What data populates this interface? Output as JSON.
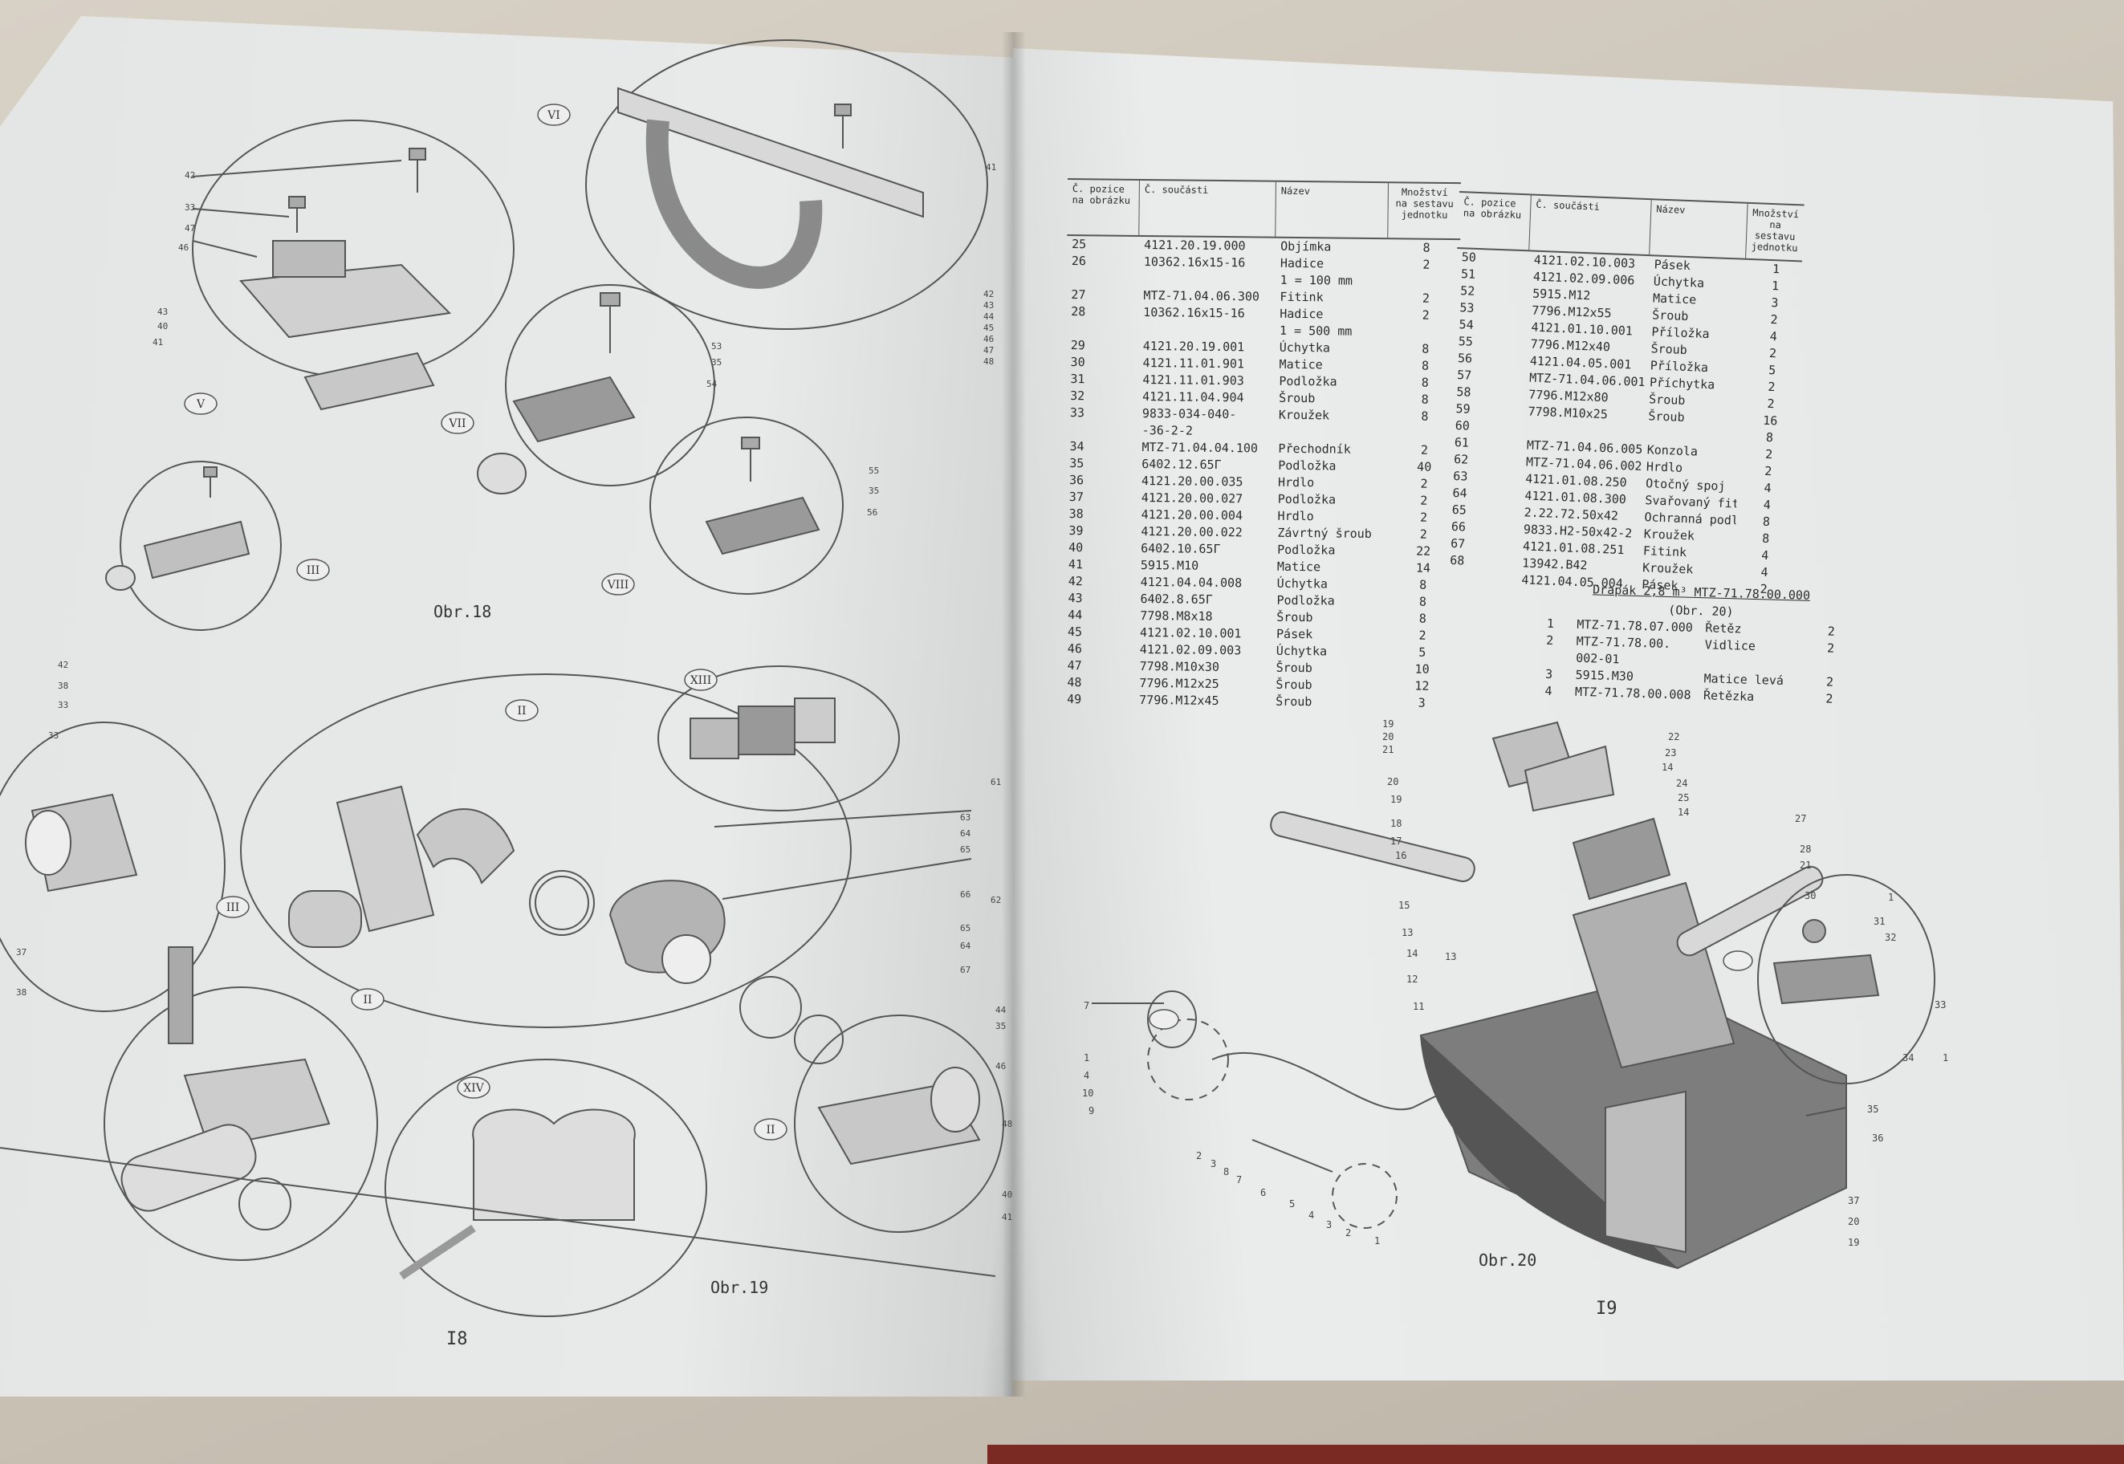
{
  "left_page": {
    "fig18_label": "Obr.18",
    "fig19_label": "Obr.19",
    "page_number": "I8",
    "roman_labels": [
      "VI",
      "V",
      "VII",
      "VIII",
      "III",
      "II",
      "XIII",
      "III",
      "II",
      "XIV",
      "II"
    ],
    "callouts": [
      "42",
      "33",
      "47",
      "46",
      "43",
      "40",
      "41",
      "41",
      "42",
      "43",
      "44",
      "45",
      "46",
      "47",
      "48",
      "53",
      "35",
      "54",
      "55",
      "35",
      "56",
      "42",
      "38",
      "33",
      "63",
      "64",
      "65",
      "66",
      "65",
      "64",
      "67",
      "62",
      "61",
      "44",
      "35",
      "46",
      "40",
      "41",
      "48",
      "33",
      "37",
      "38"
    ]
  },
  "right_page": {
    "fig20_label": "Obr.20",
    "page_number": "I9",
    "table_headers": {
      "pos": "Č. pozice na obrázku",
      "part": "Č. součásti",
      "name": "Název",
      "qty": "Množství na sestavu jednotku"
    },
    "table_left": [
      {
        "pos": "25",
        "part": "4121.20.19.000",
        "name": "Objímka",
        "qty": "8"
      },
      {
        "pos": "26",
        "part": "10362.16x15-16",
        "name": "Hadice",
        "qty": "2"
      },
      {
        "pos": "",
        "part": "",
        "name": "1 = 100 mm",
        "qty": ""
      },
      {
        "pos": "27",
        "part": "MTZ-71.04.06.300",
        "name": "Fitink",
        "qty": "2"
      },
      {
        "pos": "28",
        "part": "10362.16x15-16",
        "name": "Hadice",
        "qty": "2"
      },
      {
        "pos": "",
        "part": "",
        "name": "1 = 500 mm",
        "qty": ""
      },
      {
        "pos": "29",
        "part": "4121.20.19.001",
        "name": "Úchytka",
        "qty": "8"
      },
      {
        "pos": "30",
        "part": "4121.11.01.901",
        "name": "Matice",
        "qty": "8"
      },
      {
        "pos": "31",
        "part": "4121.11.01.903",
        "name": "Podložka",
        "qty": "8"
      },
      {
        "pos": "32",
        "part": "4121.11.04.904",
        "name": "Šroub",
        "qty": "8"
      },
      {
        "pos": "33",
        "part": "9833-034-040-",
        "name": "Kroužek",
        "qty": "8"
      },
      {
        "pos": "",
        "part": "-36-2-2",
        "name": "",
        "qty": ""
      },
      {
        "pos": "34",
        "part": "MTZ-71.04.04.100",
        "name": "Přechodník",
        "qty": "2"
      },
      {
        "pos": "35",
        "part": "6402.12.65Г",
        "name": "Podložka",
        "qty": "40"
      },
      {
        "pos": "36",
        "part": "4121.20.00.035",
        "name": "Hrdlo",
        "qty": "2"
      },
      {
        "pos": "37",
        "part": "4121.20.00.027",
        "name": "Podložka",
        "qty": "2"
      },
      {
        "pos": "38",
        "part": "4121.20.00.004",
        "name": "Hrdlo",
        "qty": "2"
      },
      {
        "pos": "39",
        "part": "4121.20.00.022",
        "name": "Závrtný šroub",
        "qty": "2"
      },
      {
        "pos": "40",
        "part": "6402.10.65Г",
        "name": "Podložka",
        "qty": "22"
      },
      {
        "pos": "41",
        "part": "5915.M10",
        "name": "Matice",
        "qty": "14"
      },
      {
        "pos": "42",
        "part": "4121.04.04.008",
        "name": "Úchytka",
        "qty": "8"
      },
      {
        "pos": "43",
        "part": "6402.8.65Г",
        "name": "Podložka",
        "qty": "8"
      },
      {
        "pos": "44",
        "part": "7798.M8x18",
        "name": "Šroub",
        "qty": "8"
      },
      {
        "pos": "45",
        "part": "4121.02.10.001",
        "name": "Pásek",
        "qty": "2"
      },
      {
        "pos": "46",
        "part": "4121.02.09.003",
        "name": "Úchytka",
        "qty": "5"
      },
      {
        "pos": "47",
        "part": "7798.M10x30",
        "name": "Šroub",
        "qty": "10"
      },
      {
        "pos": "48",
        "part": "7796.M12x25",
        "name": "Šroub",
        "qty": "12"
      },
      {
        "pos": "49",
        "part": "7796.M12x45",
        "name": "Šroub",
        "qty": "3"
      }
    ],
    "table_right": [
      {
        "pos": "50",
        "part": "4121.02.10.003",
        "name": "Pásek",
        "qty": "1"
      },
      {
        "pos": "51",
        "part": "4121.02.09.006",
        "name": "Úchytka",
        "qty": "1"
      },
      {
        "pos": "52",
        "part": "5915.M12",
        "name": "Matice",
        "qty": "3"
      },
      {
        "pos": "53",
        "part": "7796.M12x55",
        "name": "Šroub",
        "qty": "2"
      },
      {
        "pos": "54",
        "part": "4121.01.10.001",
        "name": "Příložka",
        "qty": "4"
      },
      {
        "pos": "55",
        "part": "7796.M12x40",
        "name": "Šroub",
        "qty": "2"
      },
      {
        "pos": "56",
        "part": "4121.04.05.001",
        "name": "Příložka",
        "qty": "5"
      },
      {
        "pos": "57",
        "part": "MTZ-71.04.06.001",
        "name": "Příchytka",
        "qty": "2"
      },
      {
        "pos": "58",
        "part": "7796.M12x80",
        "name": "Šroub",
        "qty": "2"
      },
      {
        "pos": "59",
        "part": "7798.M10x25",
        "name": "Šroub",
        "qty": "16"
      },
      {
        "pos": "60",
        "part": "",
        "name": "",
        "qty": "8"
      },
      {
        "pos": "61",
        "part": "MTZ-71.04.06.005",
        "name": "Konzola",
        "qty": "2"
      },
      {
        "pos": "62",
        "part": "MTZ-71.04.06.002",
        "name": "Hrdlo",
        "qty": "2"
      },
      {
        "pos": "63",
        "part": "4121.01.08.250",
        "name": "Otočný spoj",
        "qty": "4"
      },
      {
        "pos": "64",
        "part": "4121.01.08.300",
        "name": "Svařovaný fitink",
        "qty": "4"
      },
      {
        "pos": "65",
        "part": "2.22.72.50x42",
        "name": "Ochranná podložka",
        "qty": "8"
      },
      {
        "pos": "66",
        "part": "9833.H2-50x42-2",
        "name": "Kroužek",
        "qty": "8"
      },
      {
        "pos": "67",
        "part": "4121.01.08.251",
        "name": "Fitink",
        "qty": "4"
      },
      {
        "pos": "68",
        "part": "13942.B42",
        "name": "Kroužek",
        "qty": "4"
      },
      {
        "pos": "",
        "part": "4121.04.05.004",
        "name": "Pásek",
        "qty": "2"
      }
    ],
    "subtable": {
      "title": "Drapák 2,8 m³ MTZ-71.78.00.000",
      "obr": "(Obr. 20)",
      "rows": [
        {
          "pos": "1",
          "part": "MTZ-71.78.07.000",
          "name": "Řetěz",
          "qty": "2"
        },
        {
          "pos": "2",
          "part": "MTZ-71.78.00.",
          "name": "Vidlice",
          "qty": "2"
        },
        {
          "pos": "",
          "part": "002-01",
          "name": "",
          "qty": ""
        },
        {
          "pos": "3",
          "part": "5915.M30",
          "name": "Matice levá",
          "qty": "2"
        },
        {
          "pos": "4",
          "part": "MTZ-71.78.00.008",
          "name": "Řetězka",
          "qty": "2"
        }
      ]
    },
    "fig20_callouts": [
      "19",
      "20",
      "21",
      "22",
      "23",
      "14",
      "24",
      "25",
      "14",
      "20",
      "19",
      "18",
      "17",
      "16",
      "15",
      "13",
      "14",
      "13",
      "12",
      "11",
      "7",
      "1",
      "4",
      "10",
      "9",
      "27",
      "28",
      "21",
      "1",
      "30",
      "31",
      "32",
      "33",
      "34",
      "1",
      "2",
      "3",
      "8",
      "7",
      "6",
      "5",
      "4",
      "3",
      "2",
      "1",
      "35",
      "36",
      "37",
      "20",
      "19"
    ]
  },
  "colors": {
    "paper": "#e8eaea",
    "ink": "#2b2b2b",
    "cover": "#7a2a22",
    "table": "#cfc8bc"
  }
}
